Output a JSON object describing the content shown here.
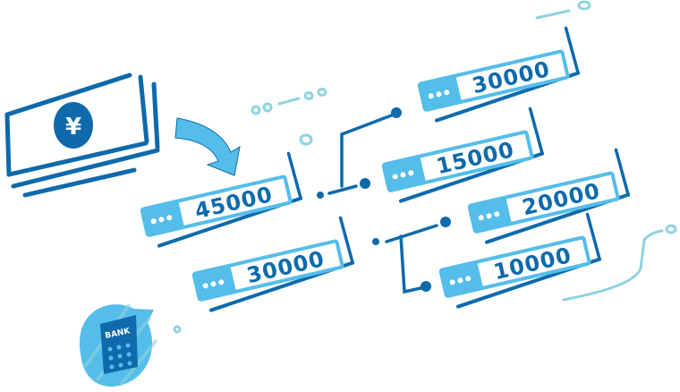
{
  "colors": {
    "dark": "#0e6aab",
    "light": "#55bdea",
    "pale": "#8fd3e0",
    "white": "#ffffff"
  },
  "banknote": {
    "symbol": "¥",
    "icon": "yen-banknote-icon"
  },
  "bank": {
    "label": "BANK",
    "icon": "bank-building-icon"
  },
  "cards": [
    {
      "id": "card-45000",
      "value": "45000"
    },
    {
      "id": "card-30000-left",
      "value": "30000"
    },
    {
      "id": "card-30000-top",
      "value": "30000"
    },
    {
      "id": "card-15000",
      "value": "15000"
    },
    {
      "id": "card-20000",
      "value": "20000"
    },
    {
      "id": "card-10000",
      "value": "10000"
    }
  ]
}
